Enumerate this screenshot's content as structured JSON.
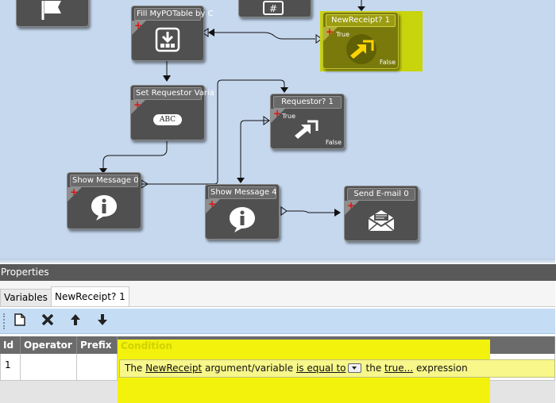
{
  "canvas": {
    "nodes": {
      "fill_table": {
        "title": "Fill MyPOTable by C",
        "icon": "download-table-icon"
      },
      "set_requestor": {
        "title": "Set Requestor Varia",
        "icon": "abc-text-icon",
        "badge": "ABC"
      },
      "new_receipt": {
        "title": "NewReceipt? 1",
        "true_label": "True",
        "false_label": "False",
        "icon": "decision-arrow-icon"
      },
      "requestor": {
        "title": "Requestor? 1",
        "true_label": "True",
        "false_label": "False",
        "icon": "decision-arrow-icon"
      },
      "show_message_0": {
        "title": "Show Message 0",
        "icon": "info-bubble-icon"
      },
      "show_message_4": {
        "title": "Show Message 4",
        "icon": "info-bubble-icon"
      },
      "send_email": {
        "title": "Send E-mail 0",
        "icon": "envelope-icon"
      },
      "partial_flag": {
        "icon": "flag-icon"
      },
      "partial_hash": {
        "icon": "hash-icon"
      }
    }
  },
  "properties": {
    "header": "Properties",
    "tabs": [
      {
        "label": "Variables",
        "active": false
      },
      {
        "label": "NewReceipt? 1",
        "active": true
      }
    ],
    "toolbar": {
      "new_icon": "new-document-icon",
      "delete_icon": "delete-x-icon",
      "up_icon": "arrow-up-icon",
      "down_icon": "arrow-down-icon"
    },
    "grid": {
      "columns": [
        "Id",
        "Operator",
        "Prefix",
        "Condition"
      ],
      "rows": [
        {
          "id": "1",
          "operator": "",
          "prefix": "",
          "condition": {
            "text_the": "The",
            "variable": "NewReceipt",
            "text_argument": "argument/variable",
            "comparison": "is equal to",
            "text_the2": "the",
            "value": "true...",
            "text_expression": "expression"
          }
        }
      ]
    }
  },
  "colors": {
    "canvas_bg": "#c6d8ee",
    "highlight": "#f2f20c",
    "node_bg": "#505050",
    "plus_red": "#e01010"
  }
}
